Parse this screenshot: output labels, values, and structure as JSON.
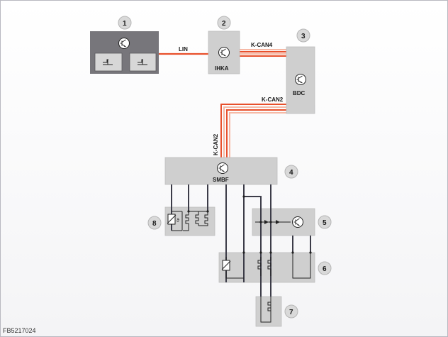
{
  "colors": {
    "bus_red": "#e8502c",
    "bus_light": "#f6b9a6",
    "box_gray": "#cfcfcf",
    "box_dark": "#77767b",
    "wire": "#3c3c48"
  },
  "components": [
    {
      "number": "1",
      "label": ""
    },
    {
      "number": "2",
      "label": "IHKA"
    },
    {
      "number": "3",
      "label": "BDC"
    },
    {
      "number": "4",
      "label": "SMBF"
    },
    {
      "number": "5",
      "label": ""
    },
    {
      "number": "6",
      "label": ""
    },
    {
      "number": "7",
      "label": ""
    },
    {
      "number": "8",
      "label": ""
    }
  ],
  "buses": {
    "lin": "LIN",
    "kcan4": "K-CAN4",
    "kcan2_horizontal": "K-CAN2",
    "kcan2_vertical": "K-CAN2"
  },
  "footer": {
    "code": "FB5217024"
  }
}
